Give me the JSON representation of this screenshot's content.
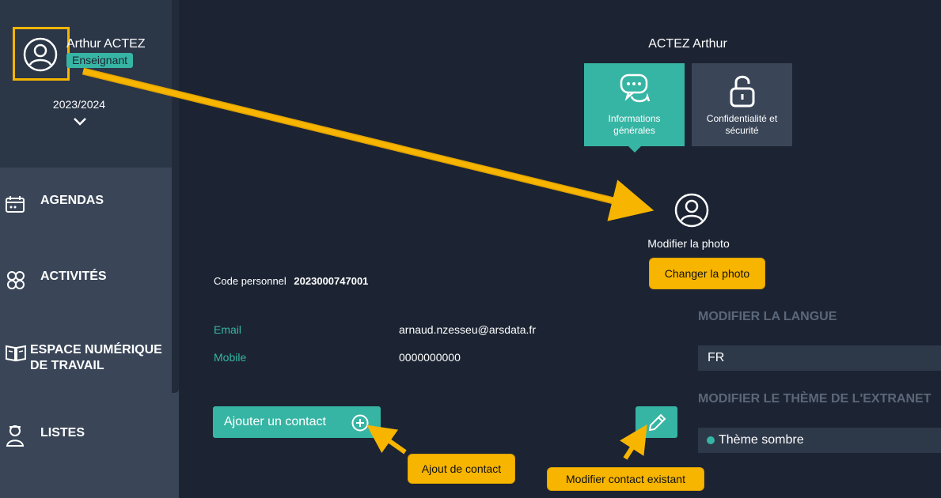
{
  "user": {
    "name": "Arthur ACTEZ",
    "role": "Enseignant",
    "year": "2023/2024"
  },
  "nav": {
    "agendas": "AGENDAS",
    "activites": "ACTIVITÉS",
    "ent_line1": "ESPACE NUMÉRIQUE",
    "ent_line2": "DE TRAVAIL",
    "listes": "LISTES"
  },
  "profile": {
    "name": "ACTEZ Arthur",
    "tabs": {
      "info_line1": "Informations",
      "info_line2": "générales",
      "security_line1": "Confidentialité et",
      "security_line2": "sécurité"
    },
    "photo_label": "Modifier la photo",
    "code_label": "Code personnel",
    "code_value": "2023000747001",
    "email_label": "Email",
    "email_value": "arnaud.nzesseu@arsdata.fr",
    "mobile_label": "Mobile",
    "mobile_value": "0000000000",
    "add_contact_label": "Ajouter un contact"
  },
  "settings": {
    "language_title": "MODIFIER LA LANGUE",
    "language_value": "FR",
    "theme_title": "MODIFIER LE THÈME DE L'EXTRANET",
    "theme_value": "Thème sombre"
  },
  "callouts": {
    "change_photo": "Changer la photo",
    "add_contact": "Ajout de contact",
    "edit_contact": "Modifier contact existant"
  },
  "colors": {
    "accent": "#37b5a4",
    "highlight": "#f7b500",
    "background": "#1c2433",
    "sidebar": "#3a4658"
  }
}
